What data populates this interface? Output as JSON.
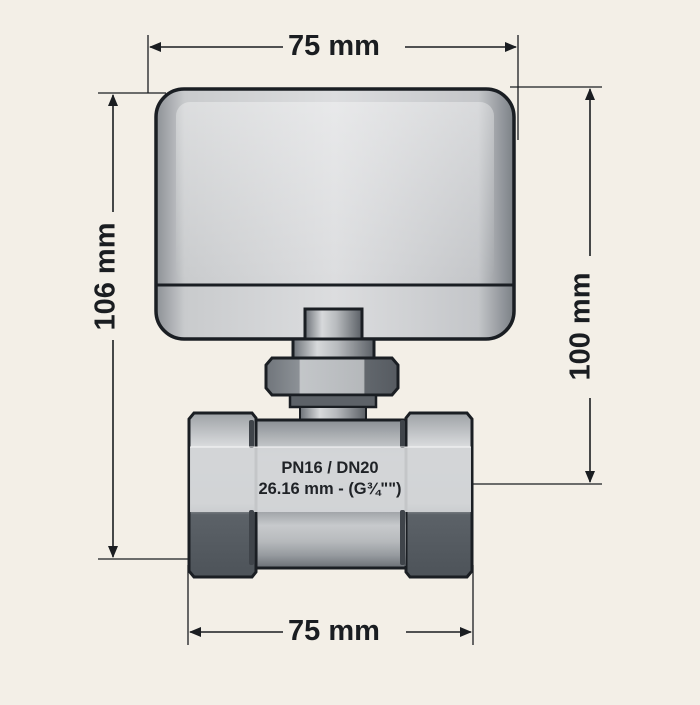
{
  "diagram": {
    "subject": "Motorized ball valve with actuator",
    "colors": {
      "background": "#f3efe7",
      "outline": "#1a1e23",
      "actuator_light": "#d8d9da",
      "actuator_shadow": "#7f8489",
      "metal_light": "#d2d4d6",
      "metal_dark": "#555b61",
      "dimension_line": "#1a1d21"
    },
    "dimensions": {
      "top_width": "75 mm",
      "bottom_width": "75 mm",
      "left_height": "106 mm",
      "right_height": "100 mm"
    },
    "body_label": {
      "line1": "PN16 / DN20",
      "line2": "26.16 mm - (G¾\"\")"
    },
    "parts": [
      "actuator-housing",
      "actuator-base-band",
      "stem",
      "union-hex-nut",
      "valve-body",
      "thread-end-left",
      "thread-end-right"
    ]
  }
}
